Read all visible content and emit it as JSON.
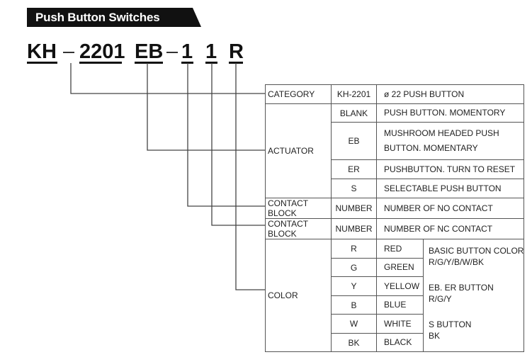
{
  "header": {
    "title": "Push Button Switches"
  },
  "model_code": {
    "parts": [
      "KH",
      "2201",
      "EB",
      "1",
      "1",
      "R"
    ],
    "separator": "–"
  },
  "table": {
    "rows": [
      {
        "category": "CATEGORY",
        "code": "KH-2201",
        "description": "ø 22 PUSH BUTTON"
      },
      {
        "category": "ACTUATOR",
        "options": [
          {
            "code": "BLANK",
            "description": "PUSH BUTTON. MOMENTORY"
          },
          {
            "code": "EB",
            "description_lines": [
              "MUSHROOM HEADED PUSH",
              "BUTTON. MOMENTARY"
            ]
          },
          {
            "code": "ER",
            "description": "PUSHBUTTON. TURN TO RESET"
          },
          {
            "code": "S",
            "description": "SELECTABLE PUSH BUTTON"
          }
        ]
      },
      {
        "category": "CONTACT BLOCK",
        "code": "NUMBER",
        "description": "NUMBER OF NO CONTACT"
      },
      {
        "category": "CONTACT BLOCK",
        "code": "NUMBER",
        "description": "NUMBER OF NC CONTACT"
      },
      {
        "category": "COLOR",
        "options": [
          {
            "code": "R",
            "description": "RED"
          },
          {
            "code": "G",
            "description": "GREEN"
          },
          {
            "code": "Y",
            "description": "YELLOW"
          },
          {
            "code": "B",
            "description": "BLUE"
          },
          {
            "code": "W",
            "description": "WHITE"
          },
          {
            "code": "BK",
            "description": "BLACK"
          }
        ],
        "notes": [
          [
            "BASIC BUTTON COLOR",
            "R/G/Y/B/W/BK"
          ],
          [
            "EB. ER BUTTON",
            "R/G/Y"
          ],
          [
            "S BUTTON",
            "BK"
          ]
        ]
      }
    ]
  },
  "colors": {
    "title_bg": "#111111",
    "title_text": "#ffffff",
    "lines": "#444444"
  }
}
